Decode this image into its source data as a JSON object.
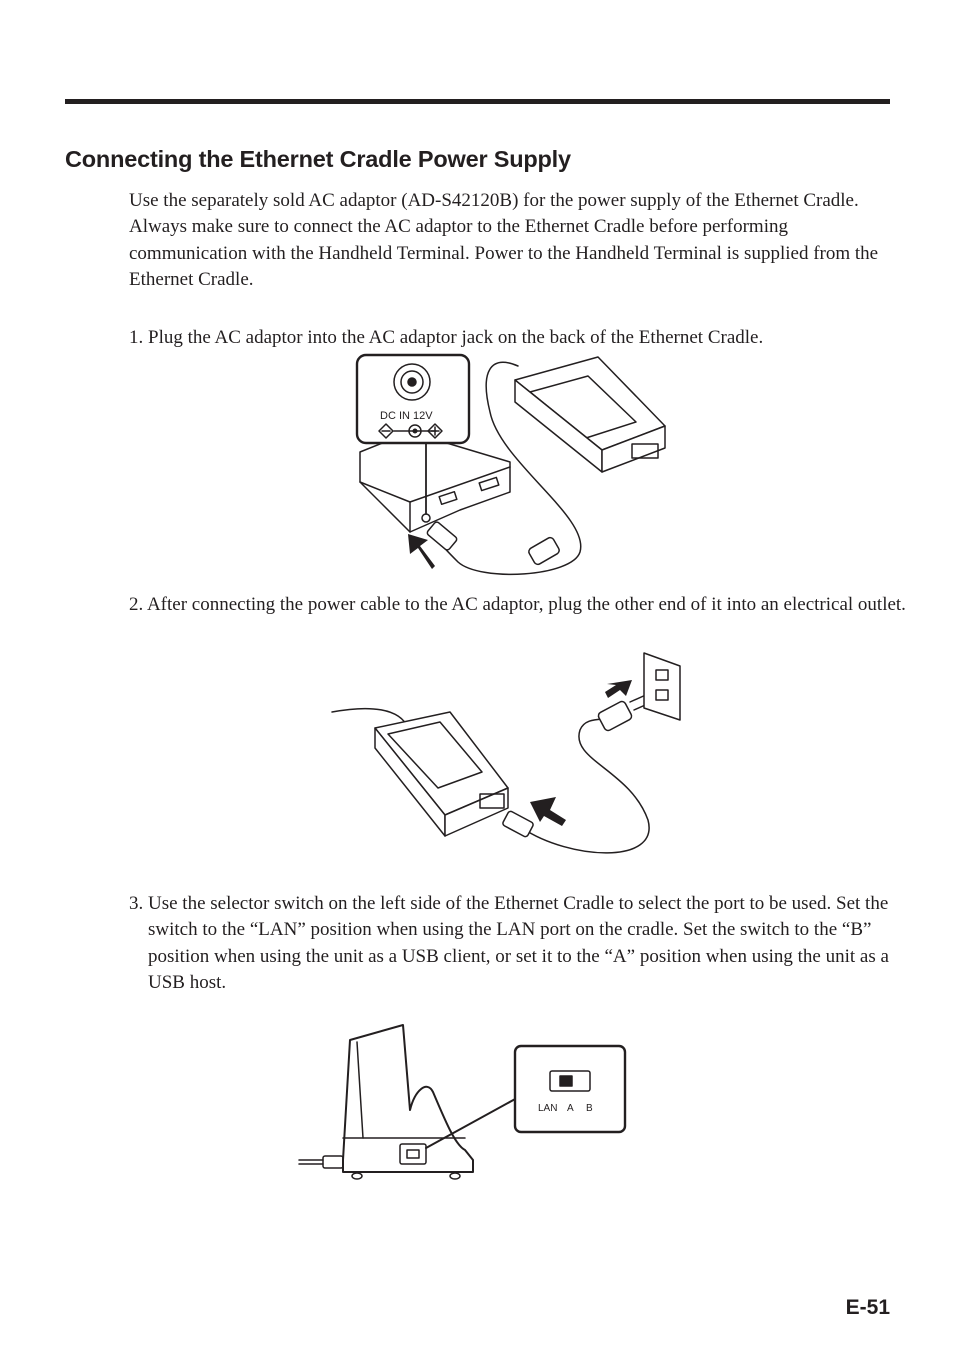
{
  "section": {
    "title": "Connecting the Ethernet Cradle Power Supply",
    "intro": "Use the separately sold AC adaptor (AD-S42120B) for the power supply of the Ethernet Cradle. Always make sure to connect the AC adaptor to the Ethernet Cradle before performing communication with the Handheld Terminal. Power to the Handheld Terminal is supplied from the Ethernet Cradle."
  },
  "steps": [
    {
      "text": "1. Plug the AC adaptor into the AC adaptor jack on the back of the Ethernet Cradle."
    },
    {
      "text": "2. After connecting the power cable to the AC adaptor, plug the other end of it into an electrical outlet."
    },
    {
      "text": "3. Use the selector switch on the left side of the Ethernet Cradle to select the port to be used. Set the switch to the “LAN” position when using the LAN port on the cradle. Set the switch to the “B” position when using the unit as a USB client, or set it to the “A” position when using the unit as a USB host."
    }
  ],
  "figure1": {
    "dc_label": "DC  IN  12V"
  },
  "figure3": {
    "switch_lan": "LAN",
    "switch_a": "A",
    "switch_b": "B"
  },
  "footer": {
    "page_number": "E-51"
  }
}
